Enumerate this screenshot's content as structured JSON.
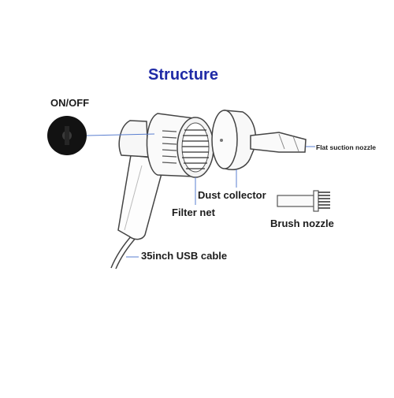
{
  "title": "Structure",
  "labels": {
    "on_off": "ON/OFF",
    "flat_suction_nozzle": "Flat suction nozzle",
    "dust_collector": "Dust collector",
    "filter_net": "Filter net",
    "brush_nozzle": "Brush nozzle",
    "usb_cable": "35inch USB cable"
  },
  "colors": {
    "title": "#1f2aa6",
    "text": "#1c1c1c",
    "outline": "#444444",
    "leader_lines": "#5a7fd0",
    "switch": "#111111"
  },
  "icons": [
    "power-switch-icon",
    "vacuum-cleaner-drawing",
    "dust-collector-drawing",
    "flat-nozzle-drawing",
    "brush-nozzle-drawing"
  ]
}
